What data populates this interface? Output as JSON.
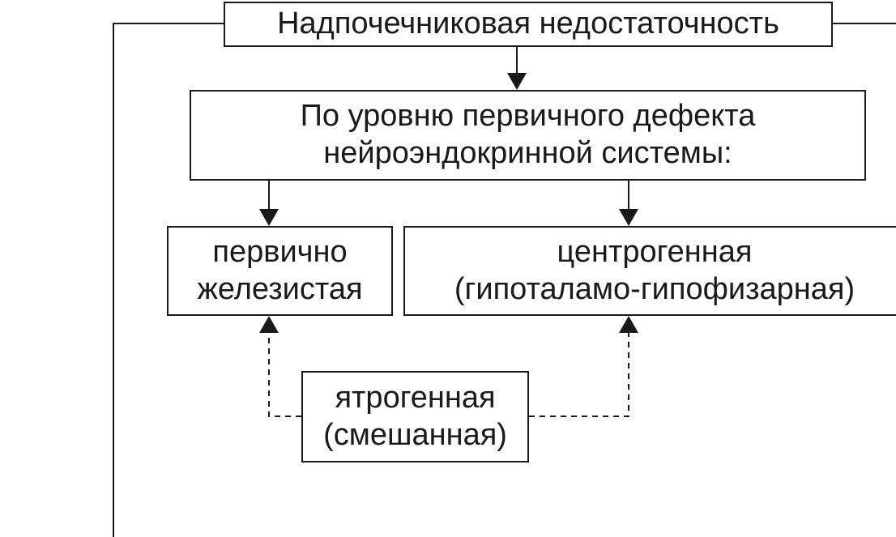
{
  "root": {
    "label": "Надпочечниковая недостаточность"
  },
  "classification": {
    "line1": "По уровню первичного дефекта",
    "line2": "нейроэндокринной системы:"
  },
  "types": {
    "primary": {
      "line1": "первично",
      "line2": "железистая"
    },
    "central": {
      "line1": "центрогенная",
      "line2": "(гипоталамо-гипофизарная)"
    },
    "iatrogenic": {
      "line1": "ятрогенная",
      "line2": "(смешанная)"
    }
  },
  "colors": {
    "line": "#1a1a1a",
    "background": "#ffffff"
  }
}
